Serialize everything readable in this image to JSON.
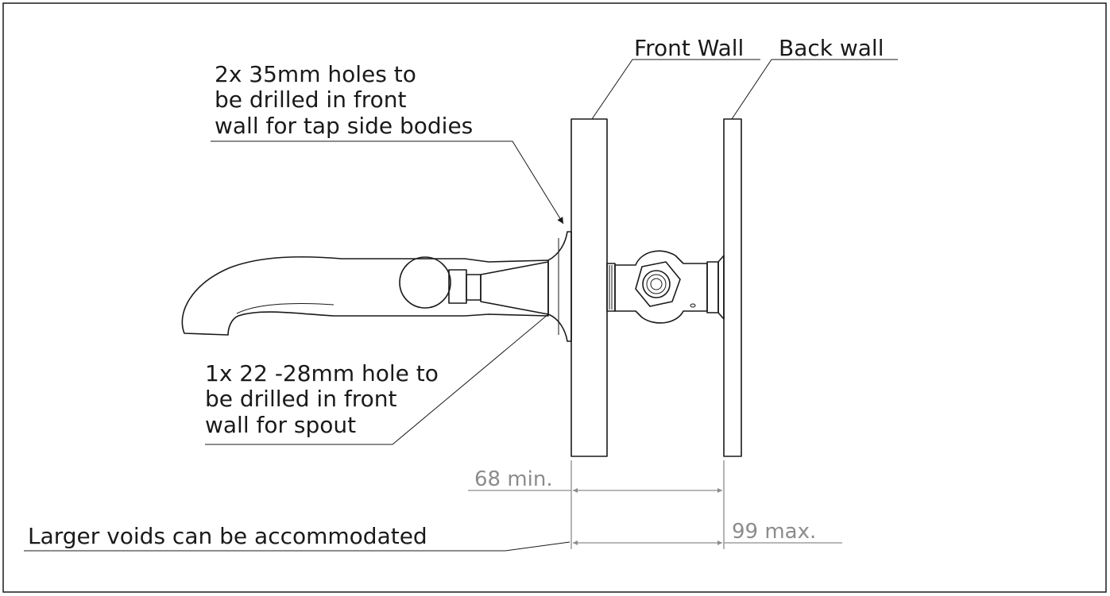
{
  "labels": {
    "front_wall": "Front Wall",
    "back_wall": "Back wall",
    "side_holes": [
      "2x 35mm holes to",
      "be drilled in front",
      "wall for tap side bodies"
    ],
    "spout_hole": [
      "1x 22 -28mm hole to",
      "be drilled in front",
      "wall for spout"
    ],
    "voids_note": "Larger voids can be accommodated"
  },
  "dimensions": {
    "min_label": "68 min.",
    "max_label": "99 max."
  },
  "colors": {
    "ink": "#1a1a1a",
    "dimension": "#8c8c8c",
    "background": "#ffffff"
  }
}
